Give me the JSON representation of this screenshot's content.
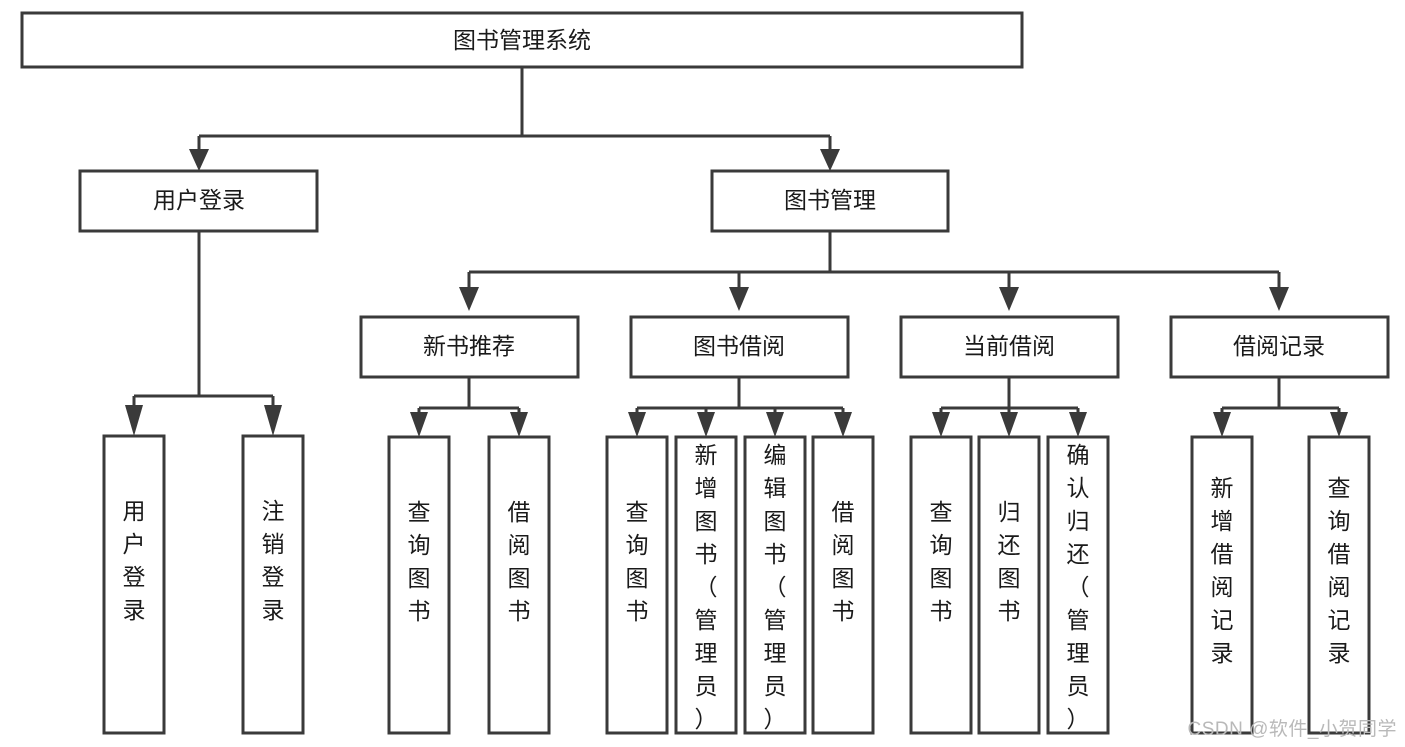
{
  "diagram": {
    "title": "图书管理系统",
    "type": "tree",
    "colors": {
      "background": "#ffffff",
      "box_fill": "#ffffff",
      "box_stroke": "#3a3a3a",
      "text": "#1a1a1a",
      "watermark": "#b9b9b9"
    },
    "root": {
      "id": "root",
      "label": "图书管理系统"
    },
    "level2": [
      {
        "id": "user-login",
        "label": "用户登录"
      },
      {
        "id": "book-manage",
        "label": "图书管理"
      }
    ],
    "level3": [
      {
        "id": "new-book-recommend",
        "label": "新书推荐"
      },
      {
        "id": "book-borrow",
        "label": "图书借阅"
      },
      {
        "id": "current-borrow",
        "label": "当前借阅"
      },
      {
        "id": "borrow-record",
        "label": "借阅记录"
      }
    ],
    "leaves": {
      "user_login": [
        {
          "id": "leaf-user-login",
          "label": "用户登录"
        },
        {
          "id": "leaf-logout-login",
          "label": "注销登录"
        }
      ],
      "new_book_recommend": [
        {
          "id": "leaf-query-book-1",
          "label": "查询图书"
        },
        {
          "id": "leaf-borrow-book-1",
          "label": "借阅图书"
        }
      ],
      "book_borrow": [
        {
          "id": "leaf-query-book-2",
          "label": "查询图书"
        },
        {
          "id": "leaf-add-book",
          "label": "新增图书（管理员）"
        },
        {
          "id": "leaf-edit-book",
          "label": "编辑图书（管理员）"
        },
        {
          "id": "leaf-borrow-book-2",
          "label": "借阅图书"
        }
      ],
      "current_borrow": [
        {
          "id": "leaf-query-book-3",
          "label": "查询图书"
        },
        {
          "id": "leaf-return-book",
          "label": "归还图书"
        },
        {
          "id": "leaf-confirm-return",
          "label": "确认归还（管理员）"
        }
      ],
      "borrow_record": [
        {
          "id": "leaf-add-borrow-record",
          "label": "新增借阅记录"
        },
        {
          "id": "leaf-query-borrow-record",
          "label": "查询借阅记录"
        }
      ]
    },
    "watermark": "CSDN @软件_小贺同学"
  }
}
